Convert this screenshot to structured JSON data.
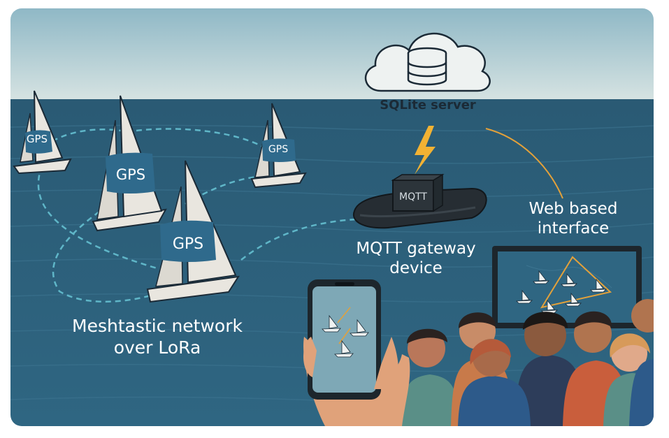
{
  "cloud": {
    "title": "SQLite server"
  },
  "boats": {
    "label": "GPS"
  },
  "rib": {
    "box_label": "MQTT"
  },
  "labels": {
    "mesh_line1": "Meshtastic network",
    "mesh_line2": "over LoRa",
    "gateway_line1": "MQTT gateway",
    "gateway_line2": "device",
    "web_line1": "Web based",
    "web_line2": "interface"
  },
  "colors": {
    "sky": "#b9d3da",
    "sea": "#2c5f78",
    "sea_deep": "#24506a",
    "link": "#5fb6c8",
    "lightning": "#f2b233",
    "sail_badge": "#2f6a8c"
  }
}
